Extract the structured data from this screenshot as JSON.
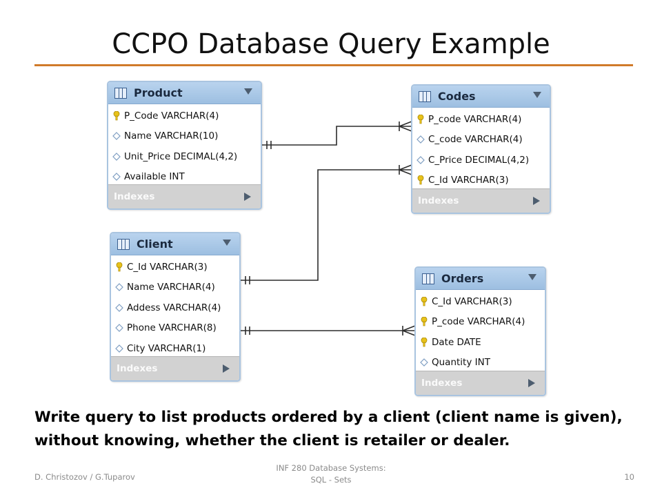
{
  "slide": {
    "title": "CCPO Database Query Example",
    "question": "Write query to list products ordered by a client (client name is given), without knowing, whether the client is retailer or dealer.",
    "footer_left": "D. Christozov / G.Tuparov",
    "footer_center_line1": "INF 280 Database Systems:",
    "footer_center_line2": "SQL - Sets",
    "page_number": "10"
  },
  "colors": {
    "title_rule": "#d07a2a",
    "table_header": "#b9d3ee",
    "table_border": "#a9c4e0",
    "indexes_bar": "#d2d2d2",
    "key_icon": "#e8c21b",
    "attr_icon": "#9bb7d4"
  },
  "tables": {
    "product": {
      "name": "Product",
      "indexes_label": "Indexes",
      "fields": [
        {
          "label": "P_Code VARCHAR(4)",
          "icon": "key-icon"
        },
        {
          "label": "Name VARCHAR(10)",
          "icon": "diamond-icon"
        },
        {
          "label": "Unit_Price DECIMAL(4,2)",
          "icon": "diamond-icon"
        },
        {
          "label": "Available INT",
          "icon": "diamond-icon"
        }
      ]
    },
    "codes": {
      "name": "Codes",
      "indexes_label": "Indexes",
      "fields": [
        {
          "label": "P_code VARCHAR(4)",
          "icon": "key-icon"
        },
        {
          "label": "C_code VARCHAR(4)",
          "icon": "diamond-icon"
        },
        {
          "label": "C_Price DECIMAL(4,2)",
          "icon": "diamond-icon"
        },
        {
          "label": "C_Id VARCHAR(3)",
          "icon": "key-icon"
        }
      ]
    },
    "client": {
      "name": "Client",
      "indexes_label": "Indexes",
      "fields": [
        {
          "label": "C_Id VARCHAR(3)",
          "icon": "key-icon"
        },
        {
          "label": "Name VARCHAR(4)",
          "icon": "diamond-icon"
        },
        {
          "label": "Addess VARCHAR(4)",
          "icon": "diamond-icon"
        },
        {
          "label": "Phone VARCHAR(8)",
          "icon": "diamond-icon"
        },
        {
          "label": "City VARCHAR(1)",
          "icon": "diamond-icon"
        }
      ]
    },
    "orders": {
      "name": "Orders",
      "indexes_label": "Indexes",
      "fields": [
        {
          "label": "C_Id VARCHAR(3)",
          "icon": "key-icon"
        },
        {
          "label": "P_code VARCHAR(4)",
          "icon": "key-icon"
        },
        {
          "label": "Date DATE",
          "icon": "key-icon"
        },
        {
          "label": "Quantity INT",
          "icon": "diamond-icon"
        }
      ]
    }
  },
  "relationships": [
    {
      "from": "Product",
      "to": "Codes",
      "type": "one-to-many"
    },
    {
      "from": "Client",
      "to": "Codes",
      "type": "one-to-many"
    },
    {
      "from": "Client",
      "to": "Orders",
      "type": "one-to-many"
    }
  ]
}
